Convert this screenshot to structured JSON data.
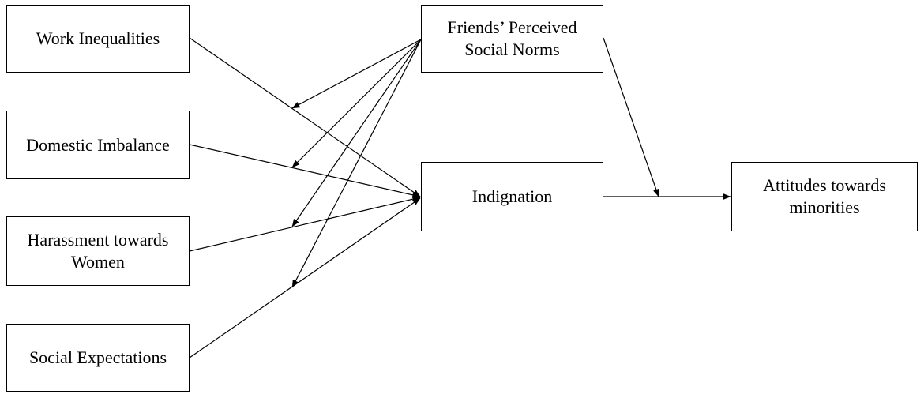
{
  "diagram": {
    "nodes": {
      "work_inequalities": "Work Inequalities",
      "domestic_imbalance": "Domestic Imbalance",
      "harassment_towards_women": "Harassment towards\nWomen",
      "social_expectations": "Social Expectations",
      "friends_perceived_social_norms": "Friends’ Perceived\nSocial Norms",
      "indignation": "Indignation",
      "attitudes_towards_minorities": "Attitudes towards\nminorities"
    },
    "edges": [
      {
        "from": "Work Inequalities",
        "to": "Indignation"
      },
      {
        "from": "Domestic Imbalance",
        "to": "Indignation"
      },
      {
        "from": "Harassment towards Women",
        "to": "Indignation"
      },
      {
        "from": "Social Expectations",
        "to": "Indignation"
      },
      {
        "from": "Indignation",
        "to": "Attitudes towards minorities"
      },
      {
        "from": "Friends’ Perceived Social Norms",
        "to": "Work Inequalities → Indignation path",
        "type": "moderation"
      },
      {
        "from": "Friends’ Perceived Social Norms",
        "to": "Domestic Imbalance → Indignation path",
        "type": "moderation"
      },
      {
        "from": "Friends’ Perceived Social Norms",
        "to": "Harassment towards Women → Indignation path",
        "type": "moderation"
      },
      {
        "from": "Friends’ Perceived Social Norms",
        "to": "Social Expectations → Indignation path",
        "type": "moderation"
      },
      {
        "from": "Friends’ Perceived Social Norms",
        "to": "Indignation → Attitudes towards minorities path",
        "type": "moderation"
      }
    ],
    "colors": {
      "stroke": "#000000",
      "background": "#ffffff"
    }
  }
}
